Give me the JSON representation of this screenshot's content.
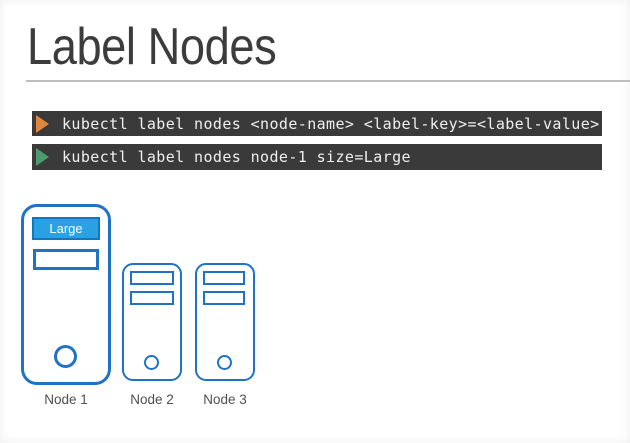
{
  "slide": {
    "title": "Label Nodes",
    "colors": {
      "title_text": "#3C3C3C",
      "divider": "#BEBEBE",
      "terminal_bg": "#3A3A3A",
      "terminal_text": "#EFEFEF",
      "prompt_orange": "#DE873B",
      "prompt_green": "#4C9B6F",
      "node_stroke": "#1F72C4",
      "badge_fill": "#29A1E2",
      "badge_border": "#1277BE",
      "node_label_text": "#4F4F4F"
    }
  },
  "terminal": {
    "lines": [
      {
        "prompt_icon": "play-triangle-icon",
        "prompt_color": "#DE873B",
        "command": "kubectl label nodes <node-name> <label-key>=<label-value>"
      },
      {
        "prompt_icon": "play-triangle-icon",
        "prompt_color": "#4C9B6F",
        "command": "kubectl label nodes node-1 size=Large"
      }
    ]
  },
  "diagram": {
    "badge": {
      "text": "Large"
    },
    "nodes": [
      {
        "label": "Node 1",
        "size": "large",
        "badge": "Large",
        "drive_slots": 1
      },
      {
        "label": "Node 2",
        "size": "small",
        "drive_slots": 2
      },
      {
        "label": "Node 3",
        "size": "small",
        "drive_slots": 2
      }
    ]
  }
}
